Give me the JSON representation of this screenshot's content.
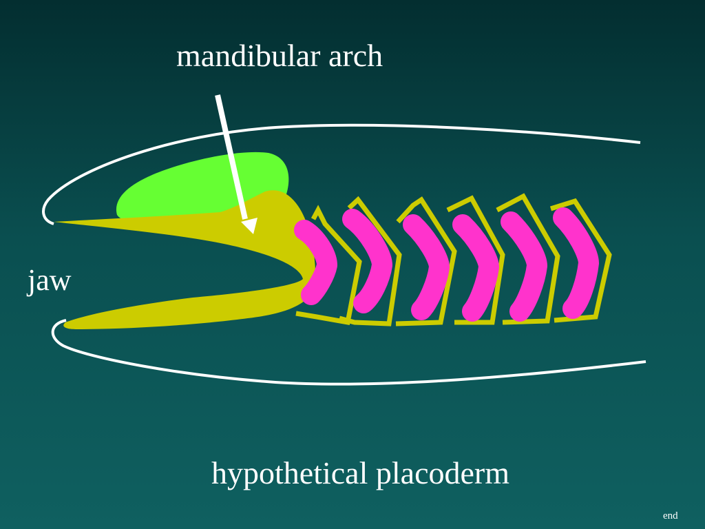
{
  "labels": {
    "mandibular_arch": "mandibular arch",
    "jaw": "jaw",
    "caption": "hypothetical placoderm"
  },
  "nav": {
    "end": "end"
  },
  "colors": {
    "background_top": "#032e30",
    "background_bottom": "#0f6060",
    "outline": "#ffffff",
    "green_part": "#66ff33",
    "jaw_cartilage": "#cccc00",
    "gill_arches": "#ff33cc"
  }
}
